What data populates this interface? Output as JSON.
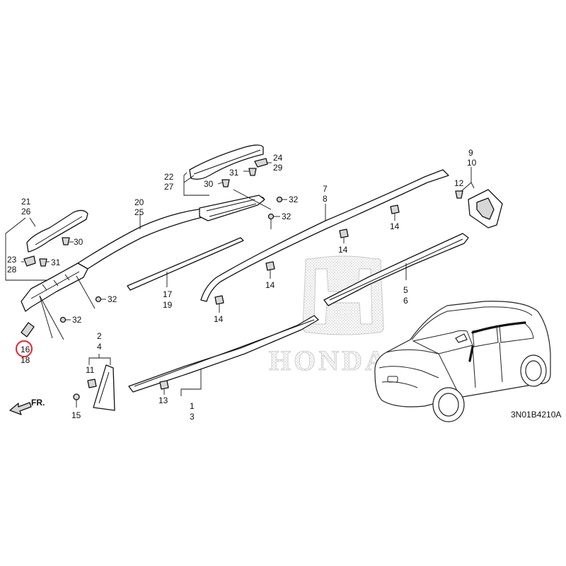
{
  "diagram": {
    "diagram_code": "3N01B4210A",
    "front_label": "FR.",
    "watermark_text": "HONDA",
    "highlighted_part": "16",
    "highlight_color": "#e8232a",
    "callouts": {
      "c1": "1",
      "c2": "2",
      "c3": "3",
      "c4": "4",
      "c5": "5",
      "c6": "6",
      "c7": "7",
      "c8": "8",
      "c9": "9",
      "c10": "10",
      "c11": "11",
      "c12": "12",
      "c13": "13",
      "c14a": "14",
      "c14b": "14",
      "c14c": "14",
      "c14d": "14",
      "c15": "15",
      "c16": "16",
      "c17": "17",
      "c18": "18",
      "c19": "19",
      "c20": "20",
      "c21": "21",
      "c22": "22",
      "c23": "23",
      "c24": "24",
      "c25": "25",
      "c26": "26",
      "c27": "27",
      "c28": "28",
      "c29": "29",
      "c30a": "30",
      "c30b": "30",
      "c31a": "31",
      "c31b": "31",
      "c32a": "32",
      "c32b": "32",
      "c32c": "32",
      "c32d": "32"
    }
  }
}
